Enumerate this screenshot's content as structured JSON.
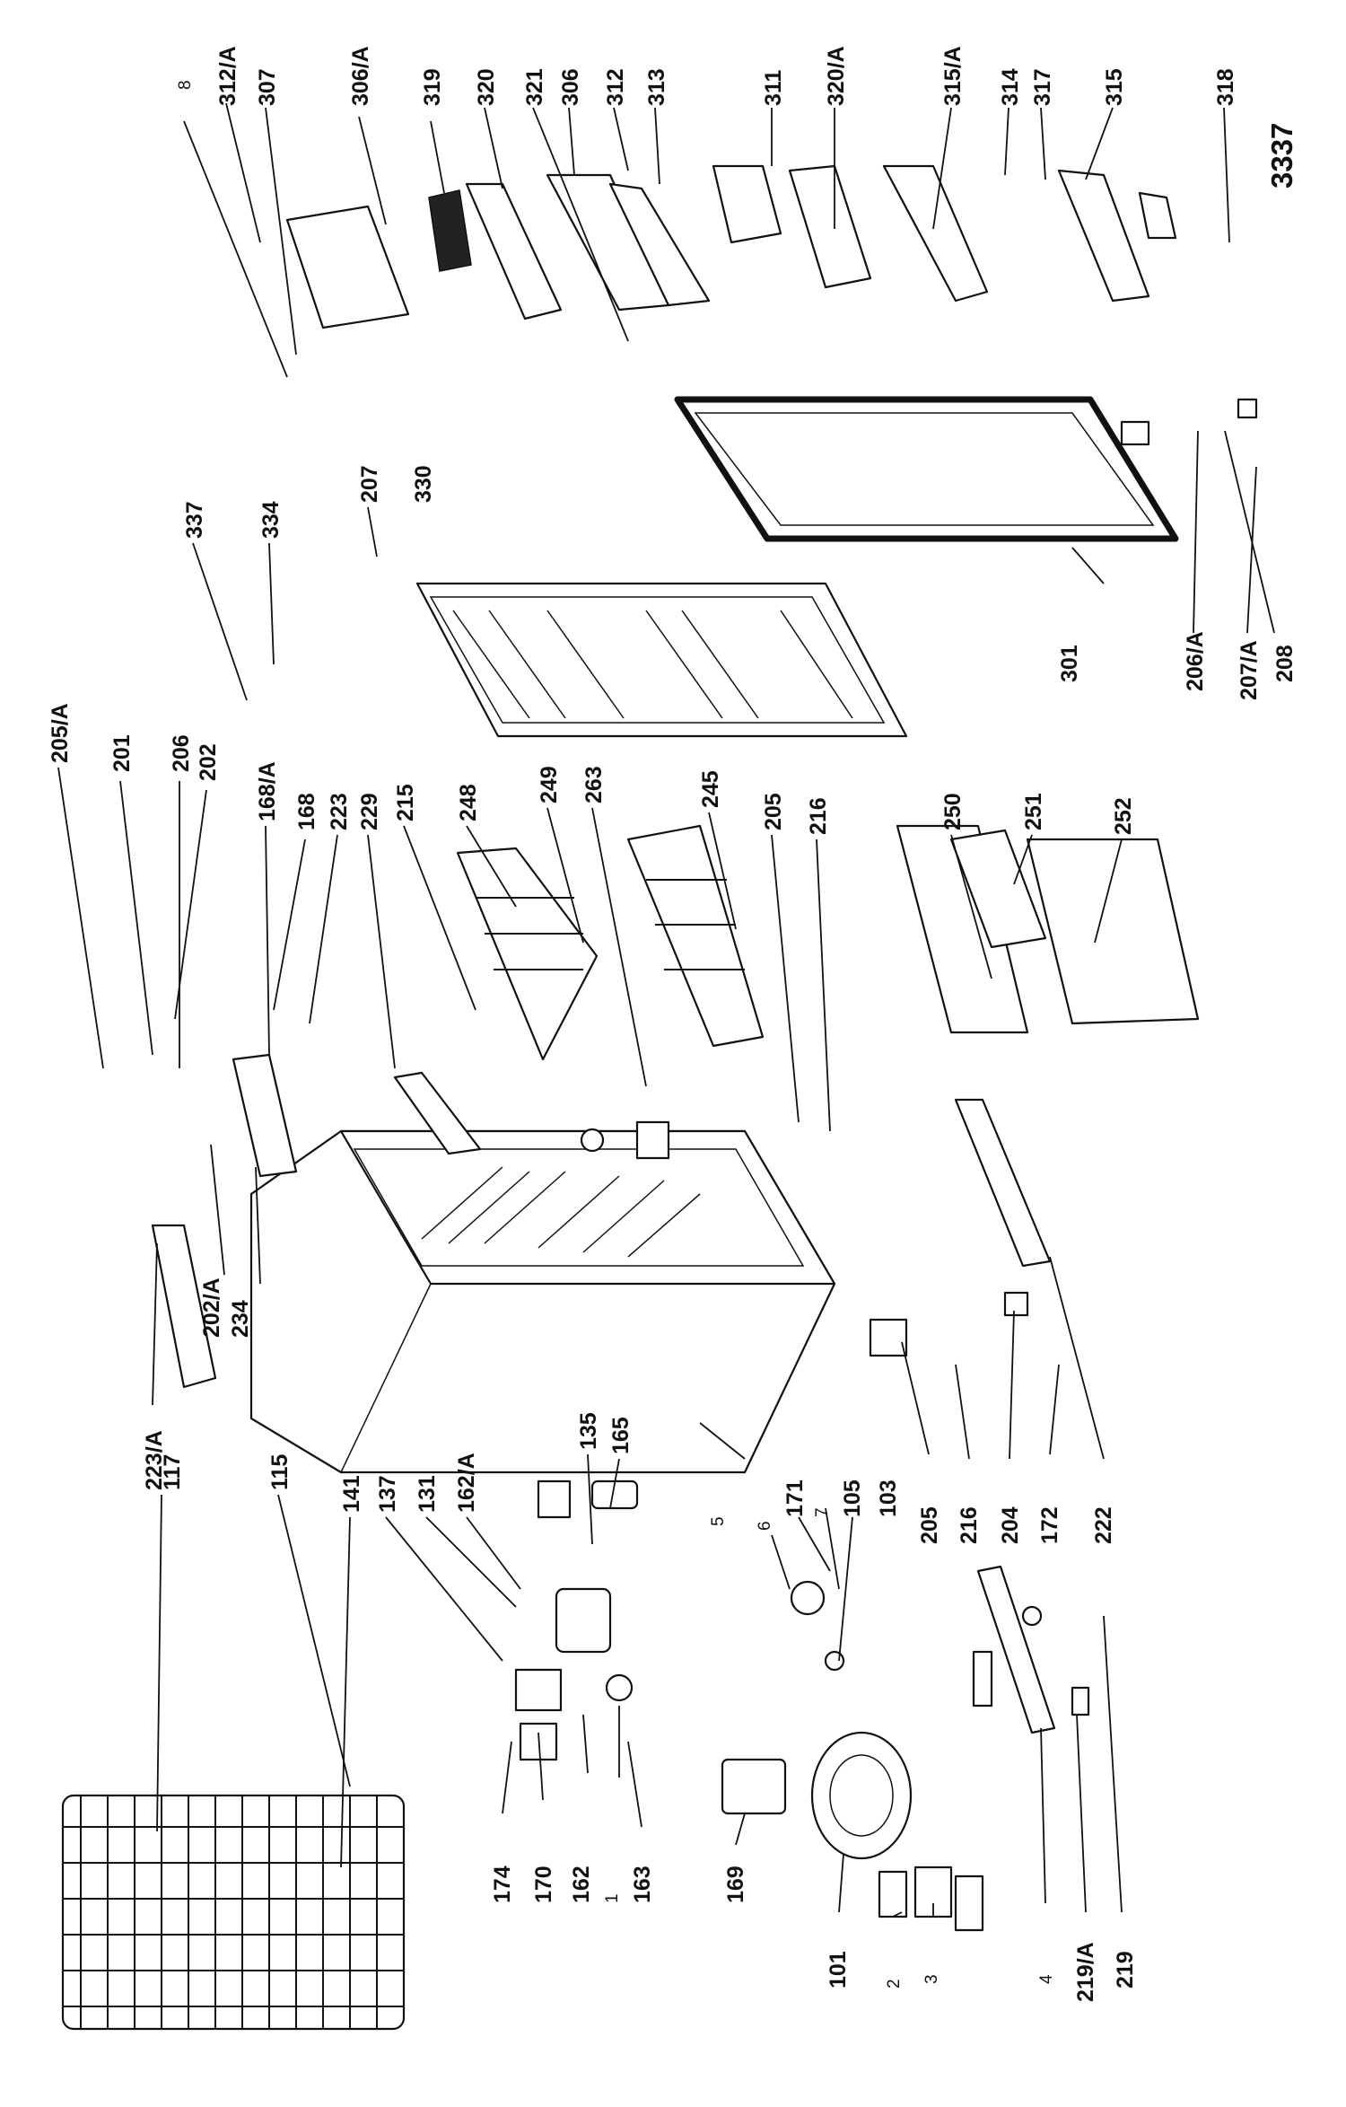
{
  "diagram_code": "3337",
  "labels": {
    "l8": "8",
    "l312A": "312/A",
    "l307": "307",
    "l306A": "306/A",
    "l319": "319",
    "l320": "320",
    "l321": "321",
    "l306": "306",
    "l312": "312",
    "l313": "313",
    "l311": "311",
    "l320A": "320/A",
    "l315A": "315/A",
    "l314": "314",
    "l317": "317",
    "l315": "315",
    "l318": "318",
    "l337": "337",
    "l334": "334",
    "l207": "207",
    "l330": "330",
    "l301": "301",
    "l206A": "206/A",
    "l207A": "207/A",
    "l208": "208",
    "l205A": "205/A",
    "l201": "201",
    "l206": "206",
    "l202": "202",
    "l168A": "168/A",
    "l168": "168",
    "l223": "223",
    "l229": "229",
    "l215": "215",
    "l248": "248",
    "l249": "249",
    "l263": "263",
    "l245": "245",
    "l205": "205",
    "l216": "216",
    "l250": "250",
    "l251": "251",
    "l252": "252",
    "l202A": "202/A",
    "l234": "234",
    "l223A": "223/A",
    "l117": "117",
    "l115": "115",
    "l141": "141",
    "l137": "137",
    "l131": "131",
    "l162A": "162/A",
    "l135": "135",
    "l165": "165",
    "l5": "5",
    "l6": "6",
    "l171": "171",
    "l7": "7",
    "l105": "105",
    "l103": "103",
    "l205b": "205",
    "l216b": "216",
    "l204": "204",
    "l172": "172",
    "l222": "222",
    "l174": "174",
    "l170": "170",
    "l162": "162",
    "l1": "1",
    "l163": "163",
    "l169": "169",
    "l101": "101",
    "l2": "2",
    "l3": "3",
    "l4": "4",
    "l219A": "219/A",
    "l219": "219"
  }
}
